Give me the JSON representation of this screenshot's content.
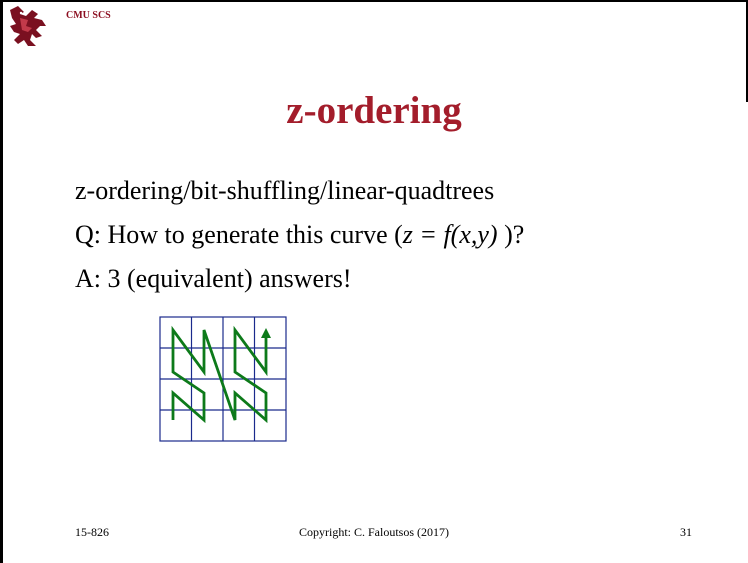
{
  "header": {
    "label": "CMU SCS",
    "logo_icon": "griffin-logo-icon",
    "accent_color": "#a31d2b"
  },
  "slide": {
    "title": "z-ordering",
    "lines": {
      "line1": "z-ordering/bit-shuffling/linear-quadtrees",
      "line2_prefix": "Q: How to generate this curve (",
      "line2_formula": "z = f(x,y)",
      "line2_suffix": " )?",
      "line3": "A: 3 (equivalent) answers!"
    },
    "figure": {
      "grid_size": 4,
      "grid_color": "#1a2a8c",
      "curve_color": "#0d7a1a",
      "icon": "z-curve-grid-icon"
    }
  },
  "footer": {
    "course": "15-826",
    "copyright": "Copyright: C. Faloutsos (2017)",
    "page_number": "31"
  }
}
